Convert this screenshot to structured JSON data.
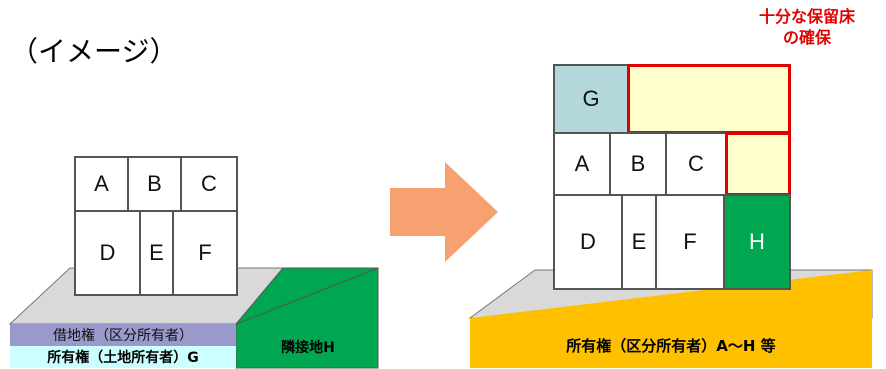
{
  "title": "（イメージ）",
  "left": {
    "units": [
      "A",
      "B",
      "C",
      "D",
      "E",
      "F"
    ],
    "band_leasehold": "借地権（区分所有者）",
    "band_ownership": "所有権（土地所有者）G",
    "neighbor": "隣接地H"
  },
  "right": {
    "units": [
      "G",
      "A",
      "B",
      "C",
      "D",
      "E",
      "F",
      "H"
    ],
    "band": "所有権（区分所有者）A～H 等"
  },
  "callout": {
    "line1": "十分な保留床",
    "line2": "の確保"
  },
  "colors": {
    "ground_gray": "#d9d9d9",
    "leasehold_band": "#9999cc",
    "ownership_band": "#ccffff",
    "neighbor_green": "#00a650",
    "right_band": "#ffc000",
    "reserved_fill": "#ffffcc",
    "reserved_border": "#e30000",
    "unit_g_fill": "#b4d7dc",
    "arrow": "#f7a070"
  }
}
